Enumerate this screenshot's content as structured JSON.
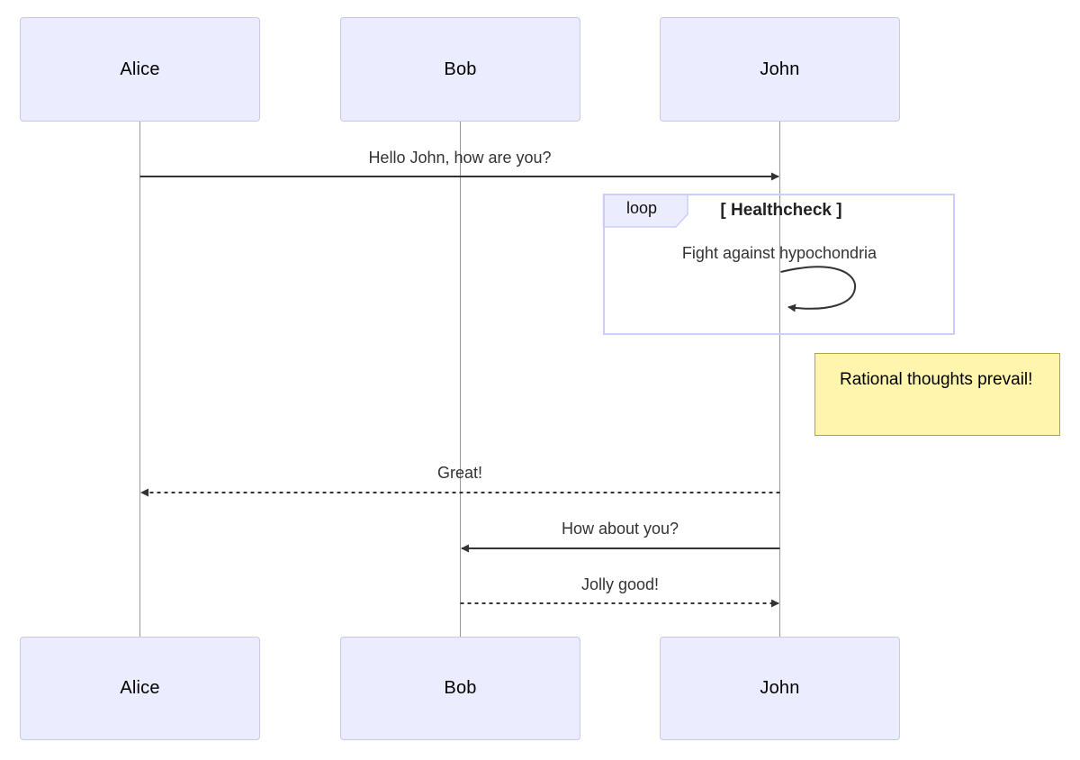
{
  "diagram_type": "sequence-diagram",
  "actors": [
    {
      "name": "Alice"
    },
    {
      "name": "Bob"
    },
    {
      "name": "John"
    }
  ],
  "messages": [
    {
      "from": "Alice",
      "to": "John",
      "text": "Hello John, how are you?",
      "line": "solid"
    },
    {
      "from": "John",
      "to": "John",
      "text": "Fight against hypochondria",
      "line": "self-loop"
    },
    {
      "from": "John",
      "to": "Alice",
      "text": "Great!",
      "line": "dashed"
    },
    {
      "from": "John",
      "to": "Bob",
      "text": "How about you?",
      "line": "solid"
    },
    {
      "from": "Bob",
      "to": "John",
      "text": "Jolly good!",
      "line": "dashed"
    }
  ],
  "loop_frame": {
    "label": "loop",
    "condition": "[ Healthcheck ]"
  },
  "note": {
    "text": "Rational thoughts prevail!",
    "position": "right of John"
  },
  "colors": {
    "actor_fill": "#ECECFF",
    "actor_border": "#C8C8E8",
    "loop_border": "#CCCCFF",
    "label_fill": "#ECECFF",
    "note_fill": "#FFF5AD",
    "note_border": "#AAAA33",
    "arrow": "#333333",
    "lifeline": "#999999",
    "text": "#333333"
  }
}
